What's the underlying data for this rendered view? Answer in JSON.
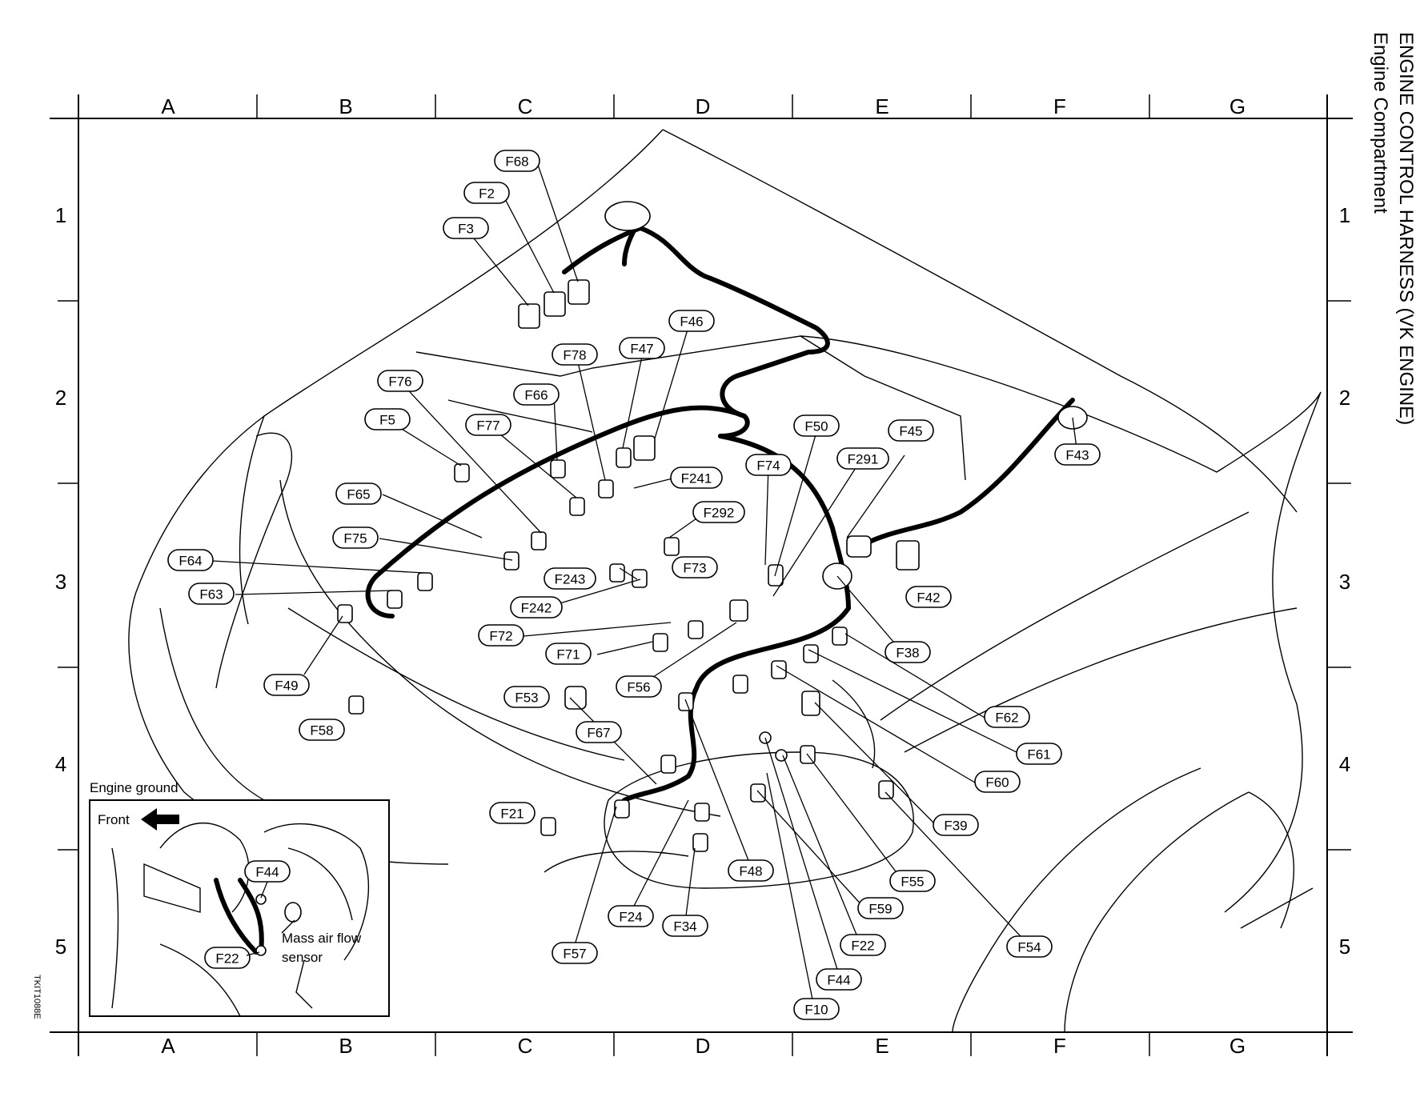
{
  "title": "ENGINE CONTROL HARNESS (VK ENGINE)",
  "subtitle": "Engine Compartment",
  "figure_code": "TKIT1088E",
  "grid": {
    "columns": [
      "A",
      "B",
      "C",
      "D",
      "E",
      "F",
      "G"
    ],
    "rows": [
      "1",
      "2",
      "3",
      "4",
      "5"
    ]
  },
  "callouts": [
    "F68",
    "F2",
    "F3",
    "F46",
    "F78",
    "F47",
    "F76",
    "F66",
    "F5",
    "F77",
    "F241",
    "F74",
    "F50",
    "F291",
    "F45",
    "F43",
    "F65",
    "F292",
    "F75",
    "F64",
    "F243",
    "F73",
    "F63",
    "F242",
    "F42",
    "F72",
    "F38",
    "F71",
    "F49",
    "F56",
    "F53",
    "F62",
    "F58",
    "F67",
    "F61",
    "F60",
    "F21",
    "F39",
    "F48",
    "F55",
    "F24",
    "F34",
    "F59",
    "F54",
    "F57",
    "F22",
    "F44",
    "F10"
  ],
  "inset": {
    "title": "Engine ground",
    "front_label": "Front",
    "callouts": [
      "F44",
      "F22"
    ],
    "component_label_line1": "Mass air flow",
    "component_label_line2": "sensor"
  }
}
